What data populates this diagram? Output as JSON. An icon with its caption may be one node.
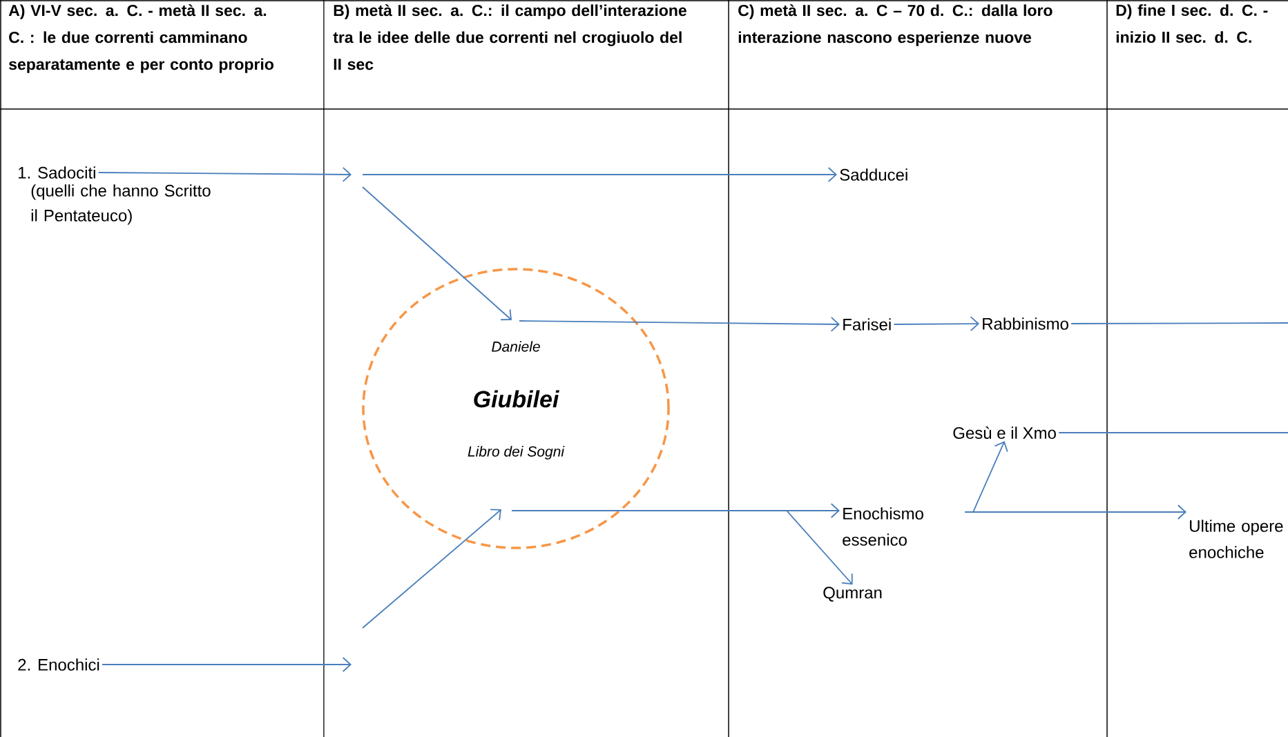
{
  "diagram": {
    "nodes": [
      {
        "text": [
          "1. Sadociti",
          "(quelli che hanno Scritto il Pentateuco)"
        ]
      },
      {
        "text": [
          "2. Enochici"
        ]
      },
      {
        "text": [
          "Daniele",
          "Giubilei",
          "Libro dei Sogni"
        ]
      },
      {
        "text": [
          "Sadducei"
        ]
      },
      {
        "text": [
          "Farisei"
        ]
      },
      {
        "text": [
          "Rabbinismo"
        ]
      },
      {
        "text": [
          "Gesù e il Xmo"
        ]
      },
      {
        "text": [
          "Enochismo essenico"
        ]
      },
      {
        "text": [
          "Qumran"
        ]
      },
      {
        "text": [
          "Ultime opere enochiche"
        ]
      }
    ],
    "edges": [
      {
        "from": 0,
        "to": null,
        "arrow": "to"
      },
      {
        "from": null,
        "to": 3,
        "arrow": "to"
      },
      {
        "from": null,
        "to": 2,
        "arrow": "to"
      },
      {
        "from": 2,
        "to": 4,
        "arrow": "to"
      },
      {
        "from": 4,
        "to": 5,
        "arrow": "to"
      },
      {
        "from": 5,
        "to": null,
        "arrow": "none"
      },
      {
        "from": 6,
        "to": null,
        "arrow": "none"
      },
      {
        "from": 1,
        "to": null,
        "arrow": "to"
      },
      {
        "from": null,
        "to": 2,
        "arrow": "to"
      },
      {
        "from": 2,
        "to": 7,
        "arrow": "to"
      },
      {
        "from": 2,
        "to": 8,
        "arrow": "to"
      },
      {
        "from": 7,
        "to": 9,
        "arrow": "to"
      },
      {
        "from": 7,
        "to": 6,
        "arrow": "to"
      }
    ],
    "labels": [
      "A) VI-V sec. a. C. - metà II sec. a. C. : le due correnti camminano separatamente e per conto proprio",
      "B) metà II sec. a. C.: il campo dell’interazione tra le idee delle due correnti nel crogiuolo del II sec",
      "C) metà II sec. a. C – 70 d. C.: dalla loro interazione nascono esperienze nuove",
      "D) fine I sec. d. C. - inizio II sec. d. C."
    ]
  }
}
